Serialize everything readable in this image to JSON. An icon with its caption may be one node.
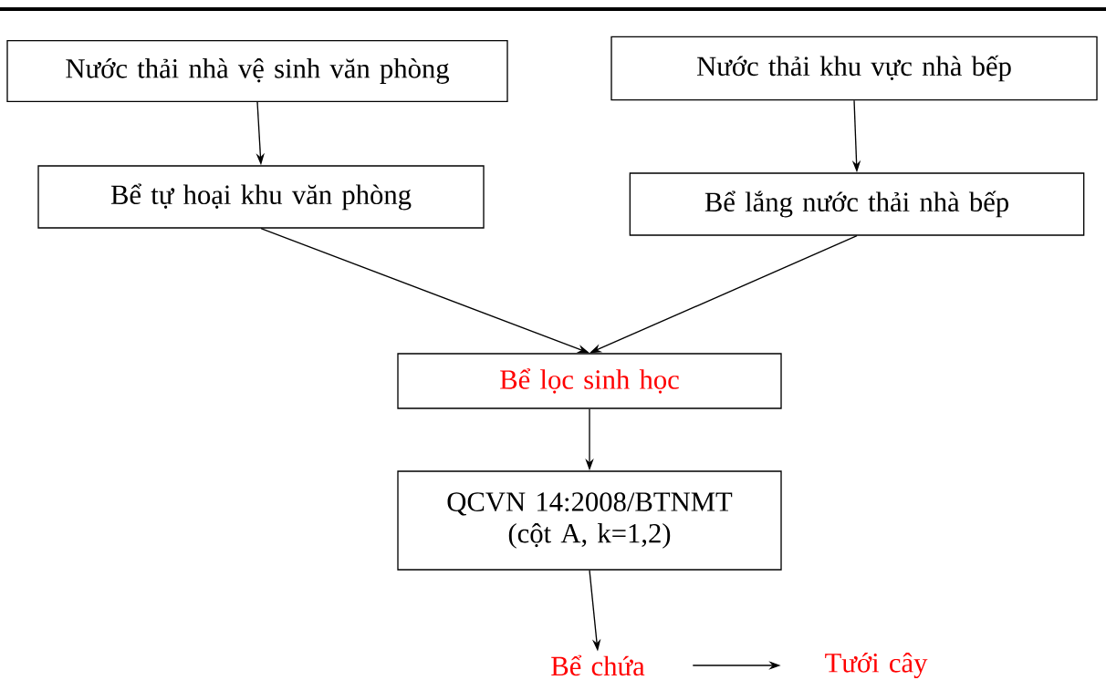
{
  "diagram": {
    "nodes": [
      {
        "text": [
          "Nước thải nhà vệ sinh văn phòng"
        ]
      },
      {
        "text": [
          "Nước thải khu vực nhà bếp"
        ]
      },
      {
        "text": [
          "Bể tự hoại khu văn phòng"
        ]
      },
      {
        "text": [
          "Bể lắng nước thải nhà bếp"
        ]
      },
      {
        "text": [
          "Bể lọc sinh học"
        ]
      },
      {
        "text": [
          "QCVN 14:2008/BTNMT (cột A, k=1,2)"
        ]
      },
      {
        "text": [
          "Bể chứa"
        ]
      },
      {
        "text": [
          "Tưới cây"
        ]
      }
    ],
    "edges": [
      {
        "from": 0,
        "to": 2,
        "arrow": "to"
      },
      {
        "from": 1,
        "to": 3,
        "arrow": "to"
      },
      {
        "from": 2,
        "to": 4,
        "arrow": "to"
      },
      {
        "from": 3,
        "to": 4,
        "arrow": "to"
      },
      {
        "from": 4,
        "to": 5,
        "arrow": "to"
      },
      {
        "from": 5,
        "to": 6,
        "arrow": "to"
      },
      {
        "from": 6,
        "to": 7,
        "arrow": "to"
      }
    ]
  }
}
